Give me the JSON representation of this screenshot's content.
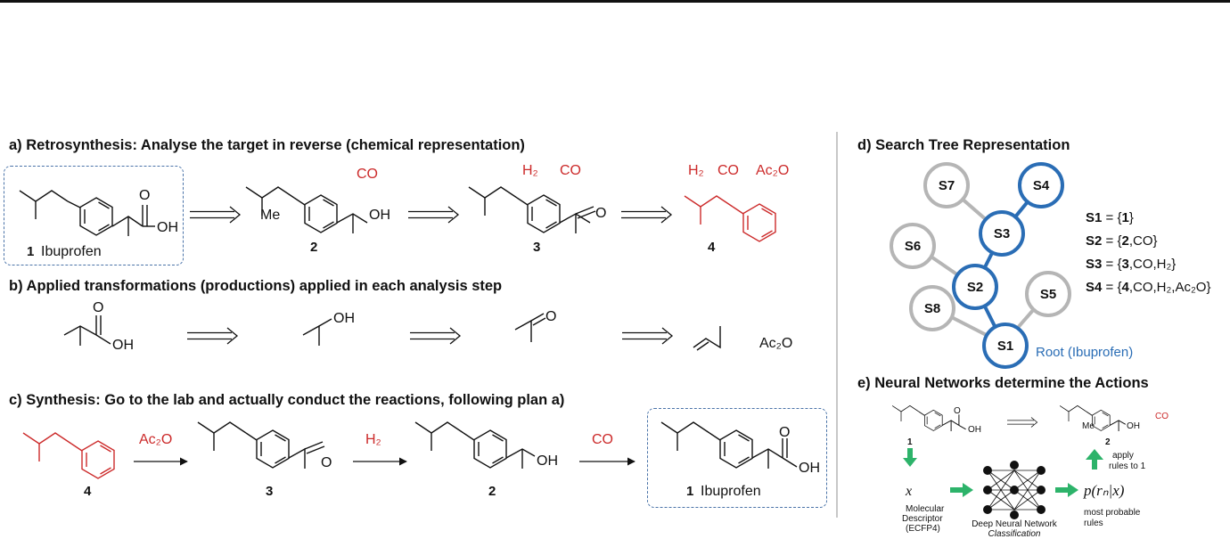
{
  "sections": {
    "a": "a) Retrosynthesis: Analyse the target in reverse (chemical representation)",
    "b": "b) Applied transformations (productions) applied in each analysis step",
    "c": "c) Synthesis: Go to the lab and actually conduct the reactions, following plan a)",
    "d": "d) Search Tree Representation",
    "e": "e) Neural Networks determine the Actions"
  },
  "compounds": {
    "ibuprofen_num": "1",
    "ibuprofen_name": "Ibuprofen",
    "c2": "2",
    "c3": "3",
    "c4": "4"
  },
  "reagents": {
    "co": "CO",
    "h2": "H₂",
    "ac2o": "Ac₂O"
  },
  "atoms": {
    "oh": "OH",
    "o": "O",
    "me": "Me"
  },
  "tree": {
    "nodes": [
      "S1",
      "S2",
      "S3",
      "S4",
      "S5",
      "S6",
      "S7",
      "S8"
    ],
    "root_label": "Root (Ibuprofen)",
    "colors": {
      "active": "#2a6db5",
      "inactive": "#b5b5b5",
      "reagent": "#cc2a2a"
    },
    "states": [
      {
        "name": "S1",
        "eq": " = {",
        "bold": "1",
        "rest": "}"
      },
      {
        "name": "S2",
        "eq": " = {",
        "bold": "2",
        "rest": ",CO}"
      },
      {
        "name": "S3",
        "eq": " = {",
        "bold": "3",
        "rest": ",CO,H₂}"
      },
      {
        "name": "S4",
        "eq": " = {",
        "bold": "4",
        "rest": ",CO,H₂,Ac₂O}"
      }
    ]
  },
  "nn": {
    "x": "x",
    "descriptor": [
      "Molecular",
      "Descriptor",
      "(ECFP4)"
    ],
    "network": "Deep Neural Network",
    "classification": "Classification",
    "prob": "p(rₙ|x)",
    "prob_caption": [
      "most probable",
      "rules"
    ],
    "apply": [
      "apply",
      "rules to 1"
    ]
  }
}
